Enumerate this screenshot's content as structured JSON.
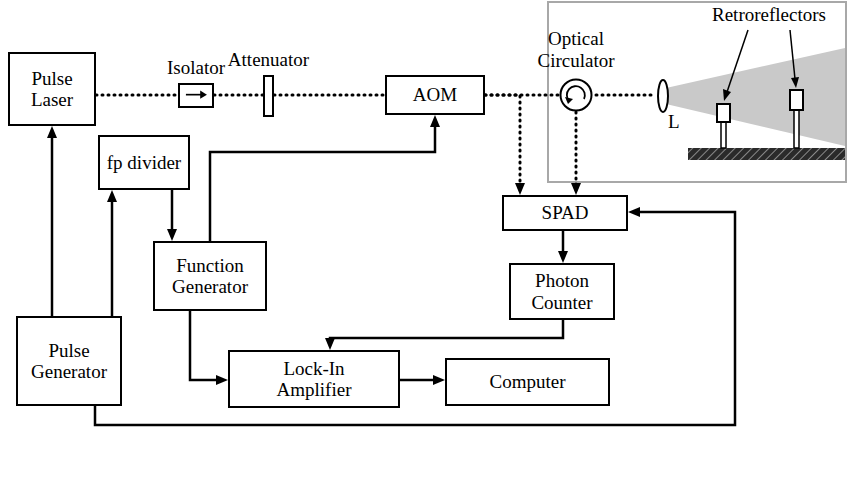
{
  "diagram": {
    "nodes": [
      {
        "text": [
          "Pulse Laser"
        ]
      },
      {
        "text": [
          "Isolator"
        ]
      },
      {
        "text": [
          "Attenuator"
        ]
      },
      {
        "text": [
          "AOM"
        ]
      },
      {
        "text": [
          "Optical Circulator"
        ]
      },
      {
        "text": [
          "fp divider"
        ]
      },
      {
        "text": [
          "SPAD"
        ]
      },
      {
        "text": [
          "Function Generator"
        ]
      },
      {
        "text": [
          "Photon Counter"
        ]
      },
      {
        "text": [
          "Pulse Generator"
        ]
      },
      {
        "text": [
          "Lock-In Amplifier"
        ]
      },
      {
        "text": [
          "Computer"
        ]
      }
    ],
    "edges": [
      {
        "from": 0,
        "to": 1,
        "arrow": "none"
      },
      {
        "from": 1,
        "to": 2,
        "arrow": "none"
      },
      {
        "from": 2,
        "to": 3,
        "arrow": "none"
      },
      {
        "from": 3,
        "to": 4,
        "arrow": "none"
      },
      {
        "from": 3,
        "to": 6,
        "arrow": "to"
      },
      {
        "from": 4,
        "to": 6,
        "arrow": "to"
      },
      {
        "from": 9,
        "to": 0,
        "arrow": "to"
      },
      {
        "from": 9,
        "to": 5,
        "arrow": "to"
      },
      {
        "from": 5,
        "to": 7,
        "arrow": "to"
      },
      {
        "from": 7,
        "to": 3,
        "arrow": "to"
      },
      {
        "from": 7,
        "to": 10,
        "arrow": "to"
      },
      {
        "from": 6,
        "to": 8,
        "arrow": "to"
      },
      {
        "from": 8,
        "to": 10,
        "arrow": "to"
      },
      {
        "from": 10,
        "to": 11,
        "arrow": "to"
      },
      {
        "from": 9,
        "to": 6,
        "arrow": "to"
      }
    ],
    "labels": [
      "L",
      "Retroreflectors"
    ]
  }
}
